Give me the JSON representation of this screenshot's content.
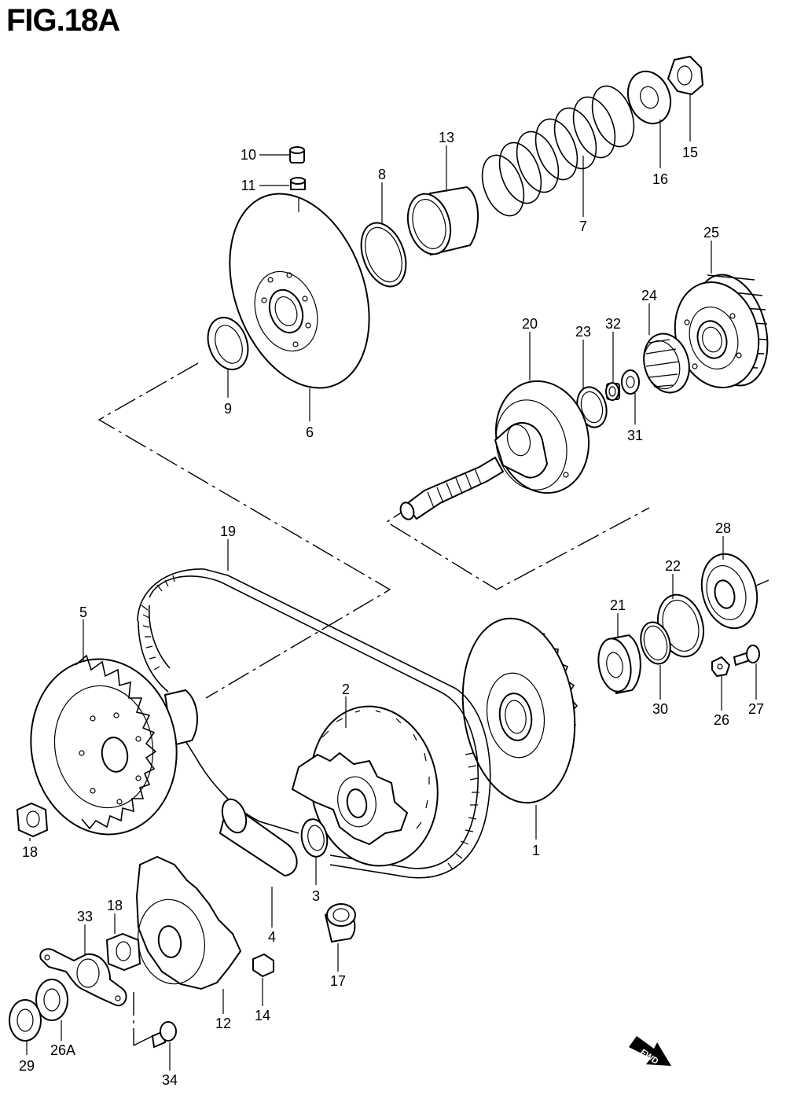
{
  "title": "FIG.18A",
  "callouts": {
    "c1": "1",
    "c2": "2",
    "c3": "3",
    "c4": "4",
    "c5": "5",
    "c6": "6",
    "c7": "7",
    "c8": "8",
    "c9": "9",
    "c10": "10",
    "c11": "11",
    "c12": "12",
    "c13": "13",
    "c14": "14",
    "c15": "15",
    "c16": "16",
    "c17": "17",
    "c18a": "18",
    "c18b": "18",
    "c19": "19",
    "c20": "20",
    "c21": "21",
    "c22": "22",
    "c23": "23",
    "c24": "24",
    "c25": "25",
    "c26": "26",
    "c26A": "26A",
    "c27": "27",
    "c28": "28",
    "c29": "29",
    "c30": "30",
    "c31": "31",
    "c32": "32",
    "c33": "33",
    "c34": "34"
  },
  "fwd_label": "FWD",
  "colors": {
    "ink": "#000000",
    "paper": "#ffffff"
  }
}
